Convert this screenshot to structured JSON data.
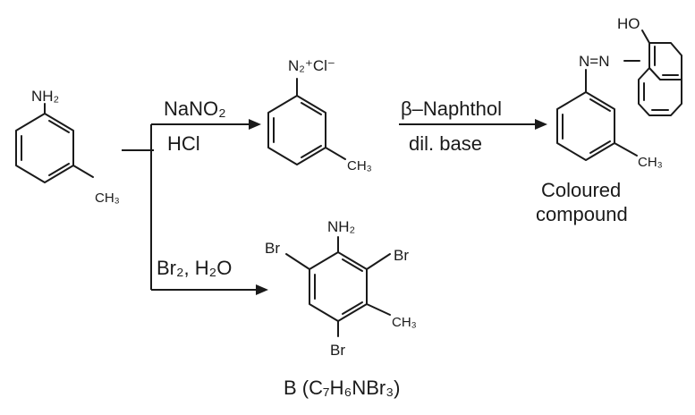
{
  "start": {
    "amino_group": "NH₂",
    "methyl_group": "CH₃"
  },
  "step1": {
    "reagent_top": "NaNO₂",
    "reagent_bottom": "HCl"
  },
  "diazonium": {
    "group": "N₂⁺Cl⁻",
    "methyl_group": "CH₃"
  },
  "step2": {
    "reagent_top": "β–Naphthol",
    "reagent_bottom": "dil. base"
  },
  "azo_dye": {
    "hydroxyl_group": "HO",
    "azo_linkage": "N=N",
    "methyl_group": "CH₃",
    "caption_line1": "Coloured",
    "caption_line2": "compound"
  },
  "step3": {
    "reagent": "Br₂, H₂O"
  },
  "product_b": {
    "amino_group": "NH₂",
    "bromo_left": "Br",
    "bromo_right": "Br",
    "bromo_bottom": "Br",
    "methyl_group": "CH₃",
    "caption": "B (C₇H₆NBr₃)"
  }
}
